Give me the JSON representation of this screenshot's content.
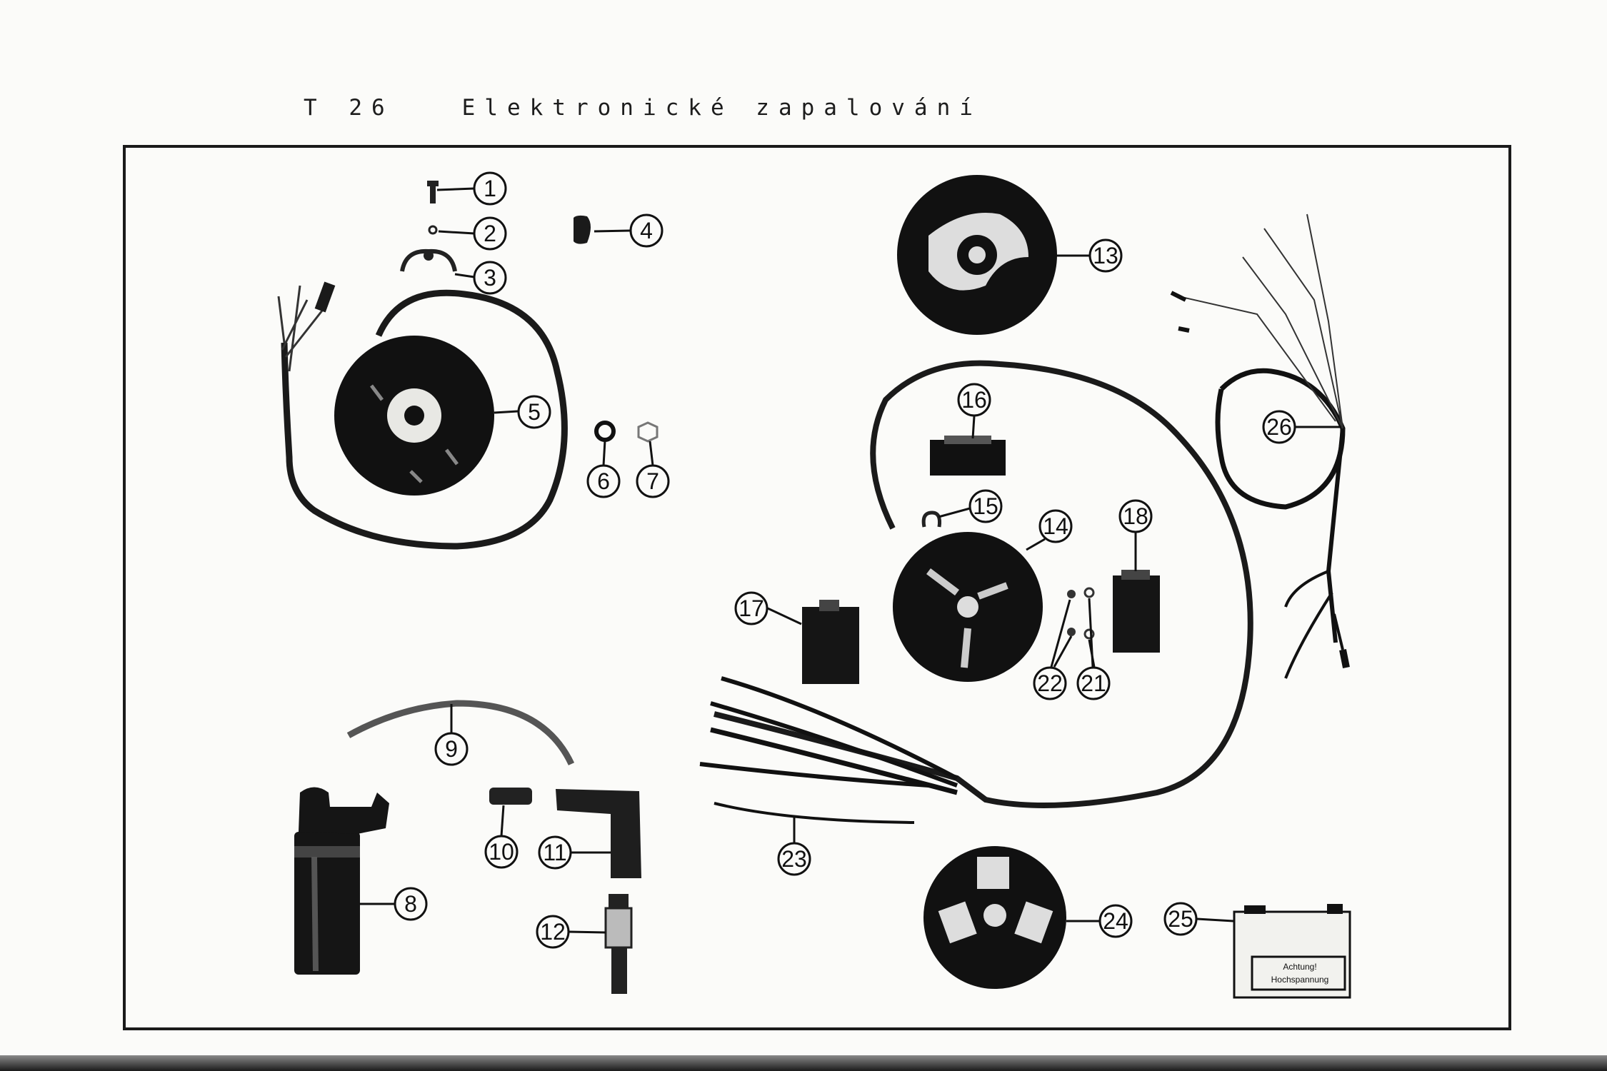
{
  "header": {
    "page_code": "T 26",
    "title": "Elektronické zapalování"
  },
  "parts": [
    {
      "n": "1"
    },
    {
      "n": "2"
    },
    {
      "n": "3"
    },
    {
      "n": "4"
    },
    {
      "n": "5"
    },
    {
      "n": "6"
    },
    {
      "n": "7"
    },
    {
      "n": "8"
    },
    {
      "n": "9"
    },
    {
      "n": "10"
    },
    {
      "n": "11"
    },
    {
      "n": "12"
    },
    {
      "n": "13"
    },
    {
      "n": "14"
    },
    {
      "n": "15"
    },
    {
      "n": "16"
    },
    {
      "n": "17"
    },
    {
      "n": "18"
    },
    {
      "n": "21"
    },
    {
      "n": "22"
    },
    {
      "n": "23"
    },
    {
      "n": "24"
    },
    {
      "n": "25"
    },
    {
      "n": "26"
    }
  ],
  "label_25": {
    "line1": "Achtung!",
    "line2": "Hochspannung"
  },
  "colors": {
    "ink": "#111111",
    "paper": "#fbfbf9",
    "grey": "#7a7a7a"
  }
}
